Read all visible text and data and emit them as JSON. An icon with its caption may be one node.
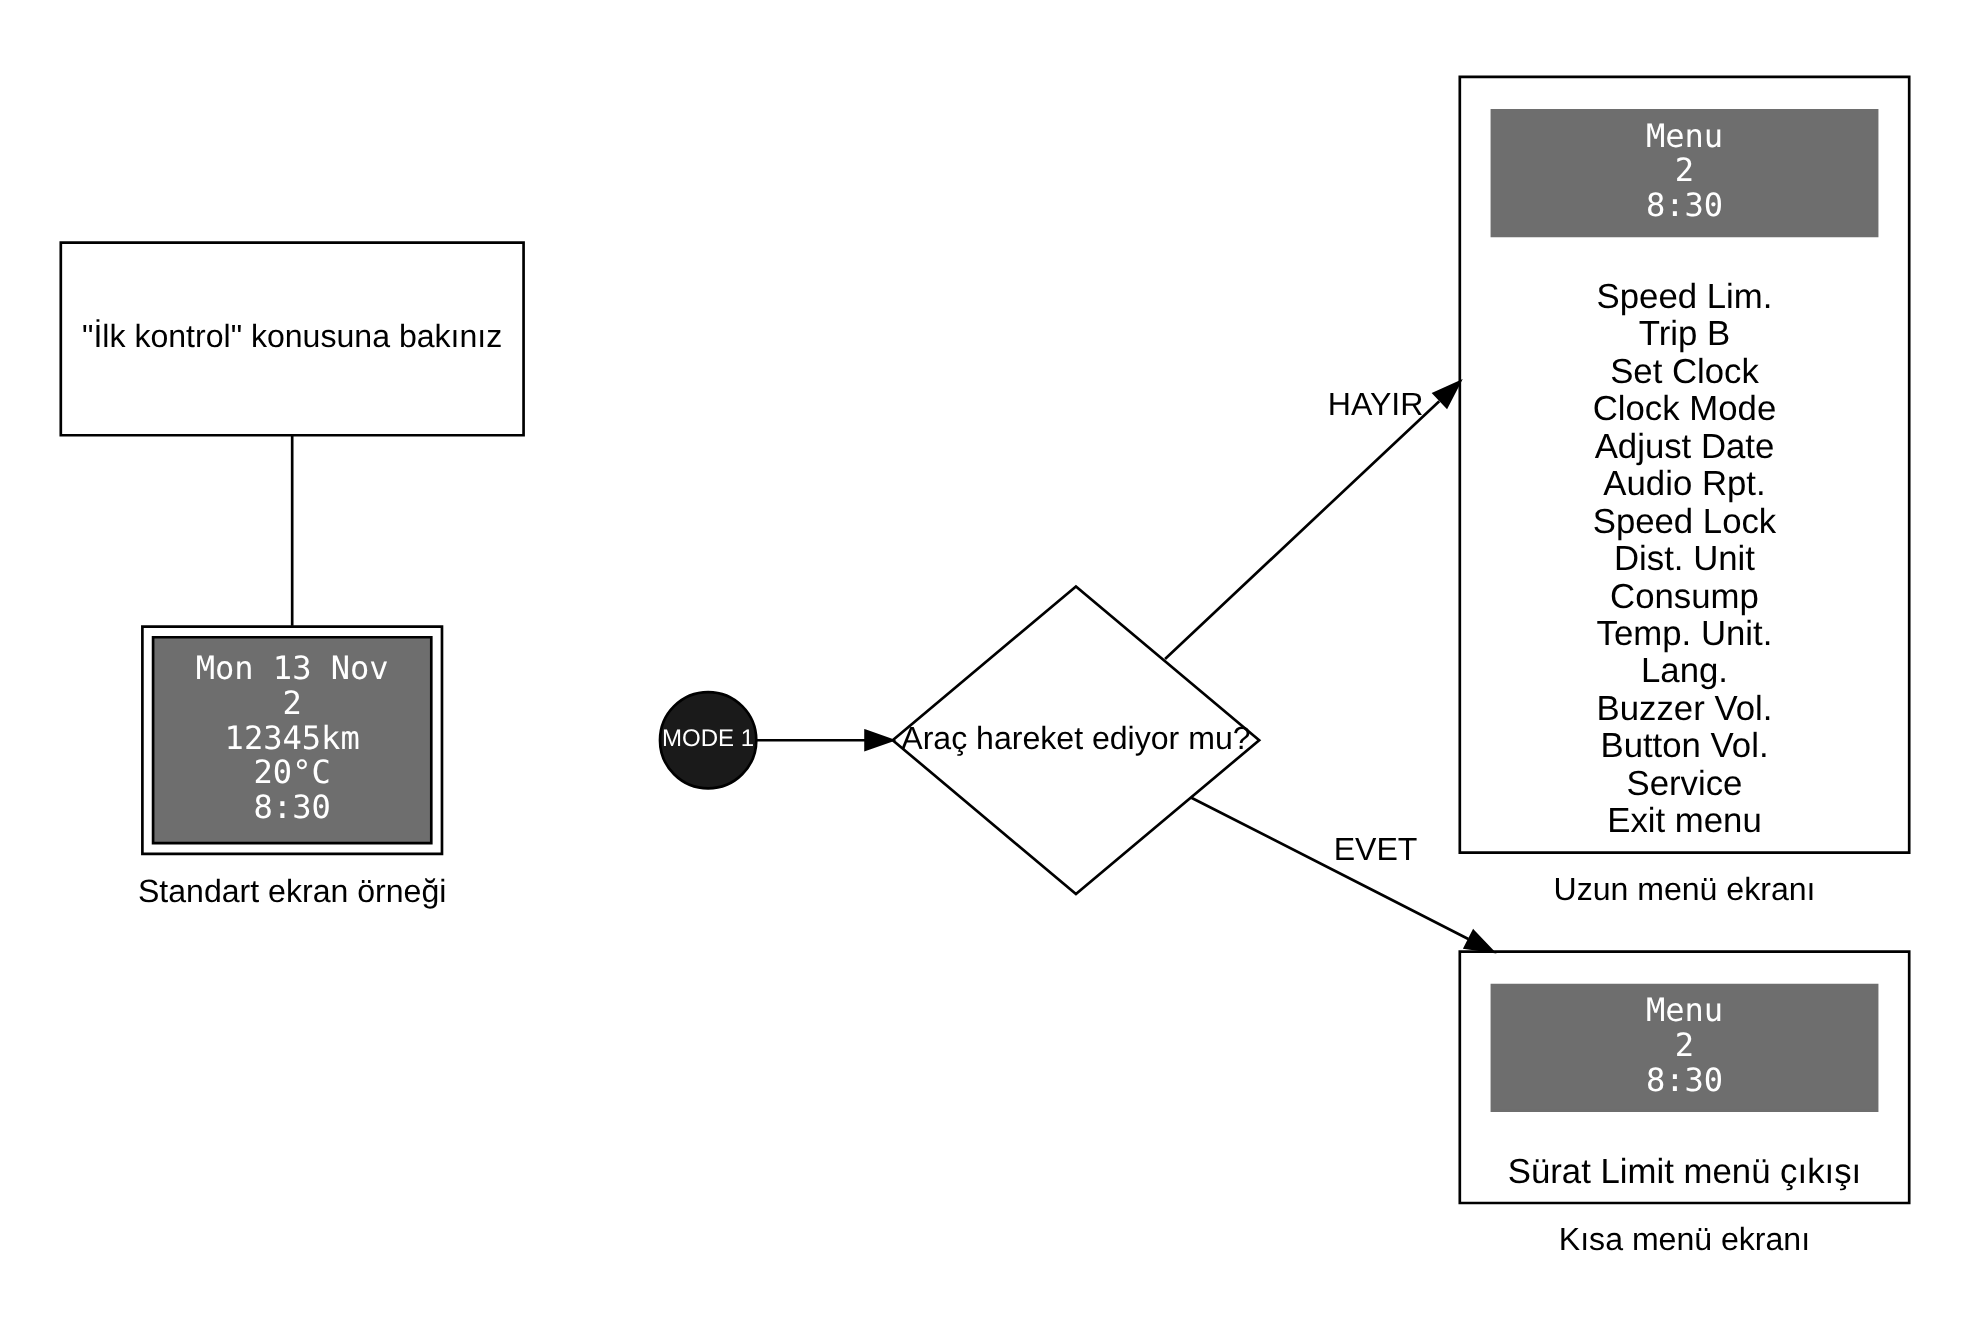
{
  "diagram": {
    "nodes": [
      {
        "text": [
          "\"İlk kontrol\" konusuna bakınız"
        ]
      },
      {
        "text": [
          "Mon 13 Nov",
          "2",
          "12345km",
          "20°C",
          "8:30"
        ],
        "beside": [
          "Standart ekran örneği"
        ]
      },
      {
        "text": [
          "MODE 1"
        ]
      },
      {
        "text": [
          "Araç hareket ediyor mu?"
        ]
      },
      {
        "text": [
          "Speed Lim.",
          "Trip B",
          "Set Clock",
          "Clock Mode",
          "Adjust Date",
          "Audio Rpt.",
          "Speed Lock",
          "Dist. Unit",
          "Consump",
          "Temp. Unit.",
          "Lang.",
          "Buzzer Vol.",
          "Button Vol.",
          "Service",
          "Exit menu"
        ],
        "beside": [
          "Uzun menü ekranı"
        ]
      },
      {
        "text": [
          "Menu",
          "2",
          "8:30"
        ],
        "in": 4
      },
      {
        "text": [
          "Sürat Limit menü çıkışı"
        ],
        "beside": [
          "Kısa menü ekranı"
        ]
      },
      {
        "text": [
          "Menu",
          "2",
          "8:30"
        ],
        "in": 6
      }
    ],
    "edges": [
      {
        "from": 0,
        "to": 1,
        "arrow": "none"
      },
      {
        "from": 2,
        "to": 3,
        "arrow": "to"
      },
      {
        "from": 3,
        "to": 4,
        "label": "HAYIR",
        "arrow": "to"
      },
      {
        "from": 3,
        "to": 6,
        "label": "EVET",
        "arrow": "to"
      }
    ]
  }
}
